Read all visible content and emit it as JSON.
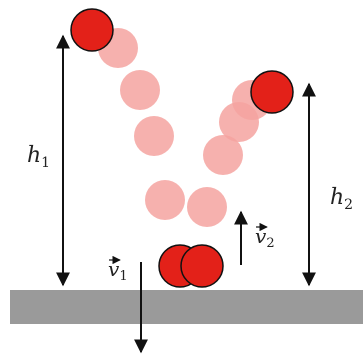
{
  "labels": {
    "h1": {
      "symbol": "h",
      "subscript": "1"
    },
    "h2": {
      "symbol": "h",
      "subscript": "2"
    },
    "v1": {
      "symbol": "v",
      "subscript": "1"
    },
    "v2": {
      "symbol": "v",
      "subscript": "2"
    }
  },
  "colors": {
    "ball_solid": "#e32119",
    "ball_faded": "#f4a3a0",
    "ball_stroke": "#111111",
    "floor": "#9a9a9a",
    "arrow": "#111111"
  }
}
